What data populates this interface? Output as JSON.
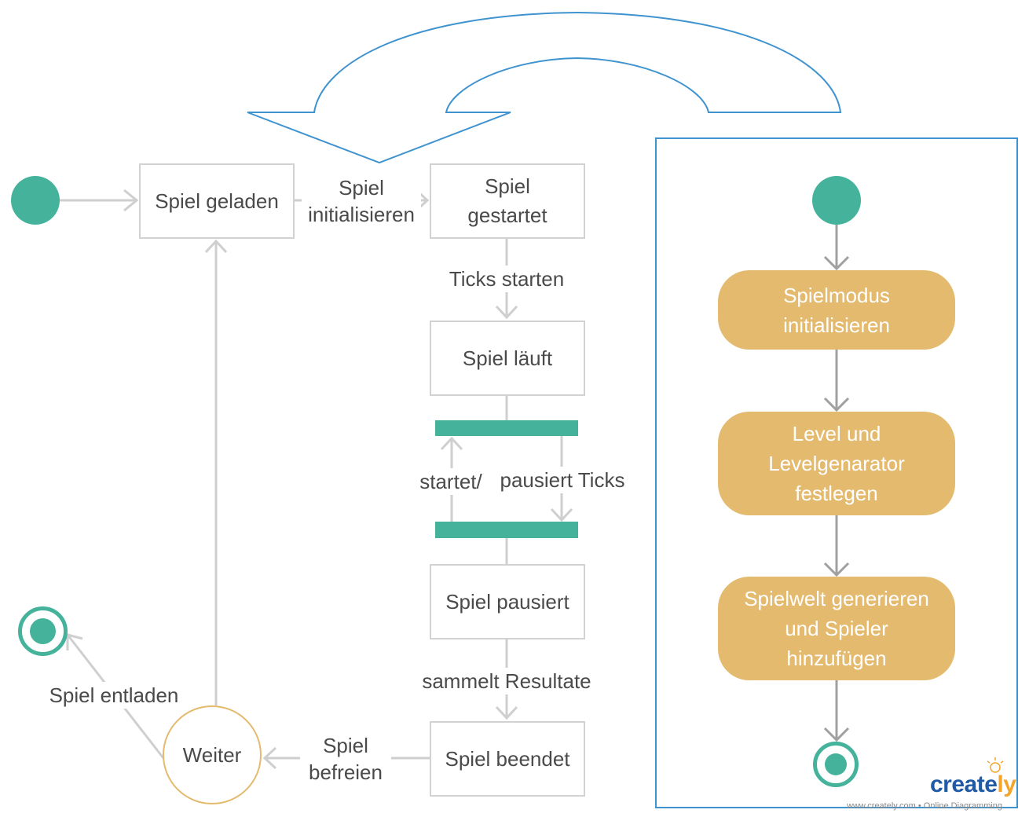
{
  "states": {
    "geladen": "Spiel geladen",
    "gestartet": "Spiel\ngestartet",
    "laeuft": "Spiel läuft",
    "pausiert": "Spiel pausiert",
    "beendet": "Spiel beendet",
    "weiter": "Weiter"
  },
  "transitions": {
    "initialisieren": "Spiel\ninitialisieren",
    "ticks_starten": "Ticks starten",
    "startet": "startet/",
    "pausiert_ticks": "pausiert Ticks",
    "sammelt": "sammelt Resultate",
    "befreien": "Spiel\nbefreien",
    "entladen": "Spiel entladen"
  },
  "subprocess": {
    "step1": "Spielmodus\ninitialisieren",
    "step2": "Level und\nLevelgenarator\nfestlegen",
    "step3": "Spielwelt generieren\nund Spieler\nhinzufügen"
  },
  "watermark": {
    "logo_main": "create",
    "logo_end": "ly",
    "tagline": "www.creately.com • Online Diagramming"
  },
  "colors": {
    "accent_green": "#45b39c",
    "activity_fill": "#e4ba6e",
    "connector_gray": "#cfcfcf",
    "outline_blue": "#3f93cf"
  }
}
